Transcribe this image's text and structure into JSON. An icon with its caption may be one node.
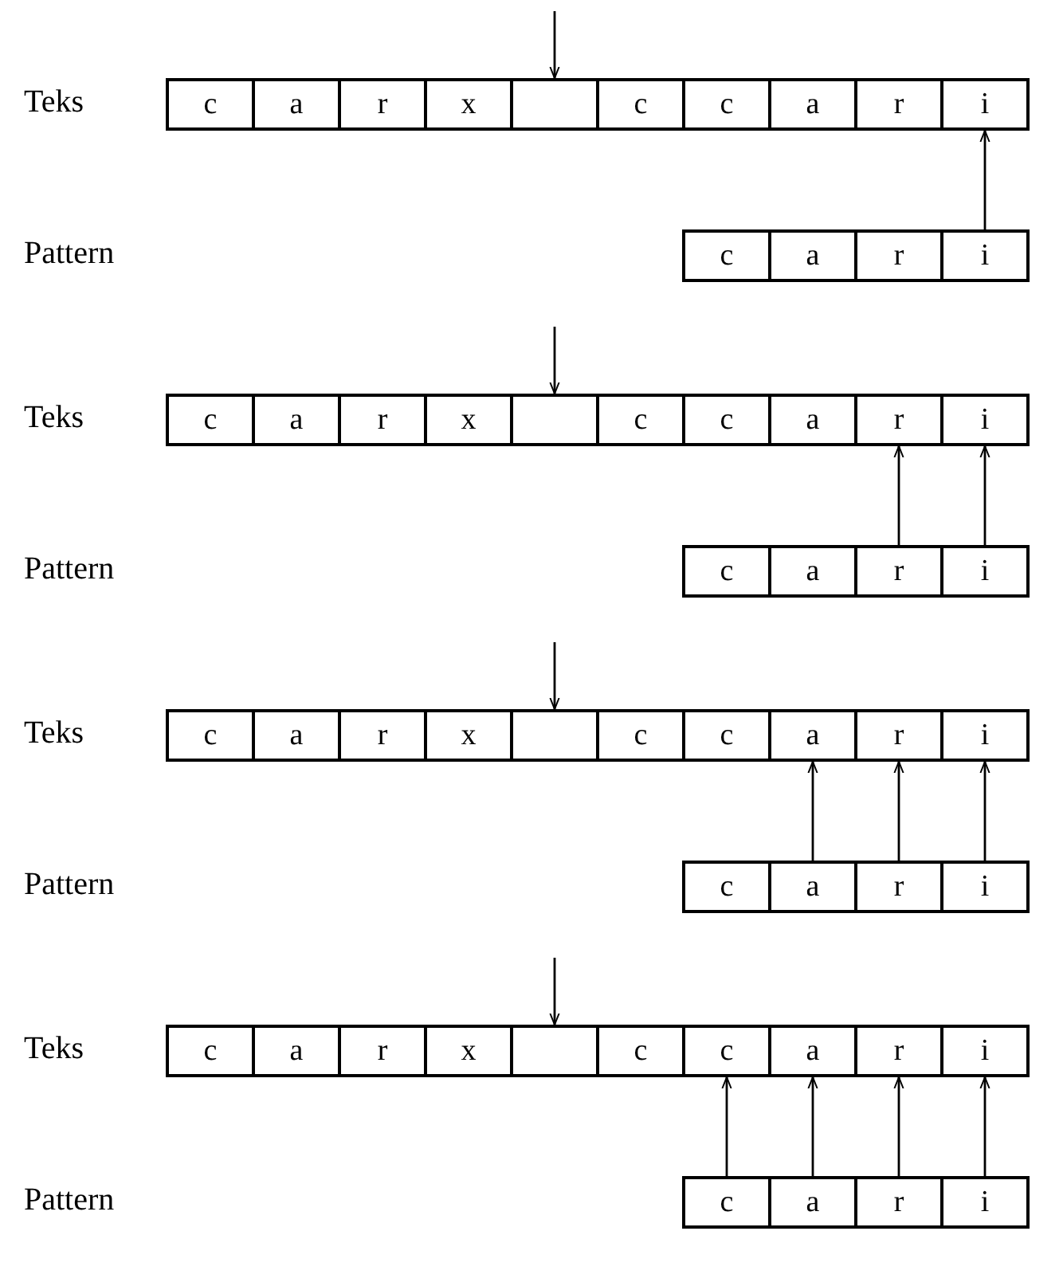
{
  "diagram": {
    "nodes": [
      {
        "text": [
          "c"
        ]
      },
      {
        "text": [
          "a"
        ]
      },
      {
        "text": [
          "r"
        ]
      },
      {
        "text": [
          "x"
        ]
      },
      {
        "text": [],
        "shape": "box"
      },
      {
        "text": [
          "c"
        ]
      },
      {
        "text": [
          "c"
        ]
      },
      {
        "text": [
          "a"
        ]
      },
      {
        "text": [
          "r"
        ]
      },
      {
        "text": [
          "i"
        ]
      },
      {
        "text": [
          "c"
        ]
      },
      {
        "text": [
          "a"
        ]
      },
      {
        "text": [
          "r"
        ]
      },
      {
        "text": [
          "i"
        ]
      },
      {
        "text": [
          "c"
        ]
      },
      {
        "text": [
          "a"
        ]
      },
      {
        "text": [
          "r"
        ]
      },
      {
        "text": [
          "x"
        ]
      },
      {
        "text": [],
        "shape": "box"
      },
      {
        "text": [
          "c"
        ]
      },
      {
        "text": [
          "c"
        ]
      },
      {
        "text": [
          "a"
        ]
      },
      {
        "text": [
          "r"
        ]
      },
      {
        "text": [
          "i"
        ]
      },
      {
        "text": [
          "c"
        ]
      },
      {
        "text": [
          "a"
        ]
      },
      {
        "text": [
          "r"
        ]
      },
      {
        "text": [
          "i"
        ]
      },
      {
        "text": [
          "c"
        ]
      },
      {
        "text": [
          "a"
        ]
      },
      {
        "text": [
          "r"
        ]
      },
      {
        "text": [
          "x"
        ]
      },
      {
        "text": [],
        "shape": "box"
      },
      {
        "text": [
          "c"
        ]
      },
      {
        "text": [
          "c"
        ]
      },
      {
        "text": [
          "a"
        ]
      },
      {
        "text": [
          "r"
        ]
      },
      {
        "text": [
          "i"
        ]
      },
      {
        "text": [
          "c"
        ]
      },
      {
        "text": [
          "a"
        ]
      },
      {
        "text": [
          "r"
        ]
      },
      {
        "text": [
          "i"
        ]
      },
      {
        "text": [
          "c"
        ]
      },
      {
        "text": [
          "a"
        ]
      },
      {
        "text": [
          "r"
        ]
      },
      {
        "text": [
          "x"
        ]
      },
      {
        "text": [],
        "shape": "box"
      },
      {
        "text": [
          "c"
        ]
      },
      {
        "text": [
          "c"
        ]
      },
      {
        "text": [
          "a"
        ]
      },
      {
        "text": [
          "r"
        ]
      },
      {
        "text": [
          "i"
        ]
      },
      {
        "text": [
          "c"
        ]
      },
      {
        "text": [
          "a"
        ]
      },
      {
        "text": [
          "r"
        ]
      },
      {
        "text": [
          "i"
        ]
      }
    ],
    "edges": [
      {
        "from": null,
        "to": 4,
        "arrow": "to"
      },
      {
        "from": 13,
        "to": 9,
        "arrow": "to"
      },
      {
        "from": null,
        "to": 18,
        "arrow": "to"
      },
      {
        "from": 26,
        "to": 22,
        "arrow": "to"
      },
      {
        "from": 27,
        "to": 23,
        "arrow": "to"
      },
      {
        "from": null,
        "to": 32,
        "arrow": "to"
      },
      {
        "from": 39,
        "to": 35,
        "arrow": "to"
      },
      {
        "from": 40,
        "to": 36,
        "arrow": "to"
      },
      {
        "from": 41,
        "to": 37,
        "arrow": "to"
      },
      {
        "from": null,
        "to": 46,
        "arrow": "to"
      },
      {
        "from": 52,
        "to": 48,
        "arrow": "to"
      },
      {
        "from": 53,
        "to": 49,
        "arrow": "to"
      },
      {
        "from": 54,
        "to": 50,
        "arrow": "to"
      },
      {
        "from": 55,
        "to": 51,
        "arrow": "to"
      }
    ],
    "labels": [
      "Teks",
      "Pattern",
      "Teks",
      "Pattern",
      "Teks",
      "Pattern",
      "Teks",
      "Pattern"
    ]
  }
}
